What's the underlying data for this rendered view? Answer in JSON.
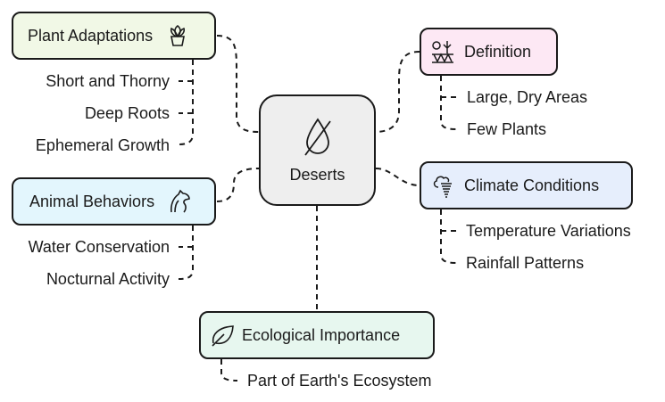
{
  "center": {
    "label": "Deserts",
    "icon": "no-water-drop-icon",
    "color": "#eeeeee"
  },
  "branches": {
    "plant": {
      "label": "Plant Adaptations",
      "icon": "potted-cactus-icon",
      "color": "#f1f8e6",
      "items": [
        "Short and Thorny",
        "Deep Roots",
        "Ephemeral Growth"
      ]
    },
    "definition": {
      "label": "Definition",
      "icon": "desert-landscape-icon",
      "color": "#fde8f4",
      "items": [
        "Large, Dry Areas",
        "Few Plants"
      ]
    },
    "animal": {
      "label": "Animal Behaviors",
      "icon": "dog-head-icon",
      "color": "#e3f6fd",
      "items": [
        "Water Conservation",
        "Nocturnal Activity"
      ]
    },
    "climate": {
      "label": "Climate Conditions",
      "icon": "storm-cloud-icon",
      "color": "#e6eefc",
      "items": [
        "Temperature Variations",
        "Rainfall Patterns"
      ]
    },
    "ecology": {
      "label": "Ecological Importance",
      "icon": "leaf-icon",
      "color": "#e7f7ef",
      "items": [
        "Part of Earth's Ecosystem"
      ]
    }
  }
}
